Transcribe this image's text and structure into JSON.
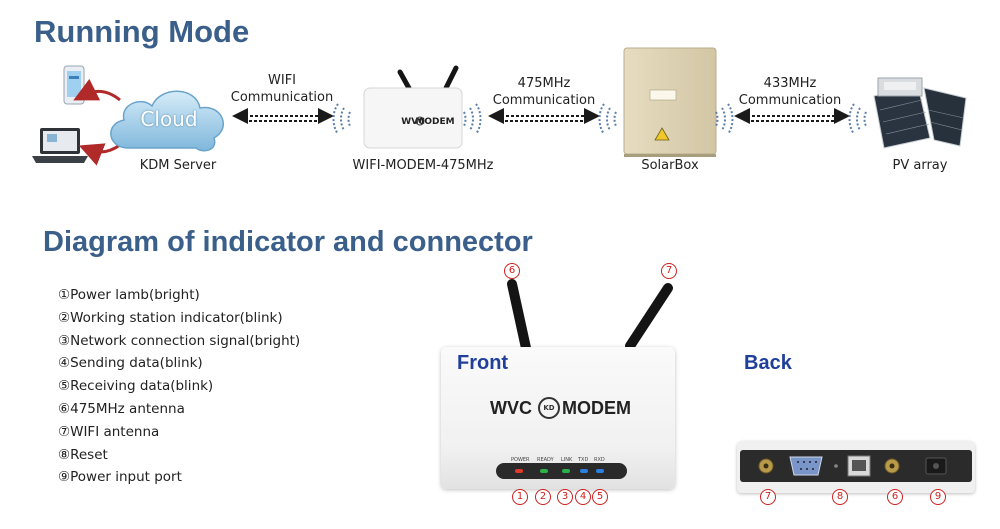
{
  "titles": {
    "running_mode": "Running Mode",
    "diagram": "Diagram of indicator and connector"
  },
  "nodes": {
    "cloud_label": "Cloud",
    "kdm_server": "KDM Server",
    "modem": "WIFI-MODEM-475MHz",
    "solarbox": "SolarBox",
    "pv_array": "PV array"
  },
  "links": {
    "wifi": "WIFI\nCommunication",
    "mhz475": "475MHz\nCommunication",
    "mhz433": "433MHz\nCommunication"
  },
  "brand": {
    "left": "WVC",
    "badge": "KD",
    "right": "MODEM"
  },
  "legend": [
    "①Power lamb(bright)",
    "②Working station indicator(blink)",
    "③Network connection signal(bright)",
    "④Sending data(blink)",
    "⑤Receiving data(blink)",
    "⑥475MHz antenna",
    "⑦WIFI antenna",
    "⑧Reset",
    "⑨Power input port"
  ],
  "views": {
    "front": "Front",
    "back": "Back"
  },
  "panel_labels": [
    "POWER",
    "READY",
    "LINK",
    "TXD",
    "RXD"
  ],
  "markers": {
    "m1": "1",
    "m2": "2",
    "m3": "3",
    "m4": "4",
    "m5": "5",
    "m6": "6",
    "m7": "7",
    "m8": "8",
    "m9": "9"
  },
  "colors": {
    "heading": "#3a5f8a",
    "marker": "#d0201e",
    "arrow": "#1a1a1a",
    "wave": "#5b7fa8"
  }
}
